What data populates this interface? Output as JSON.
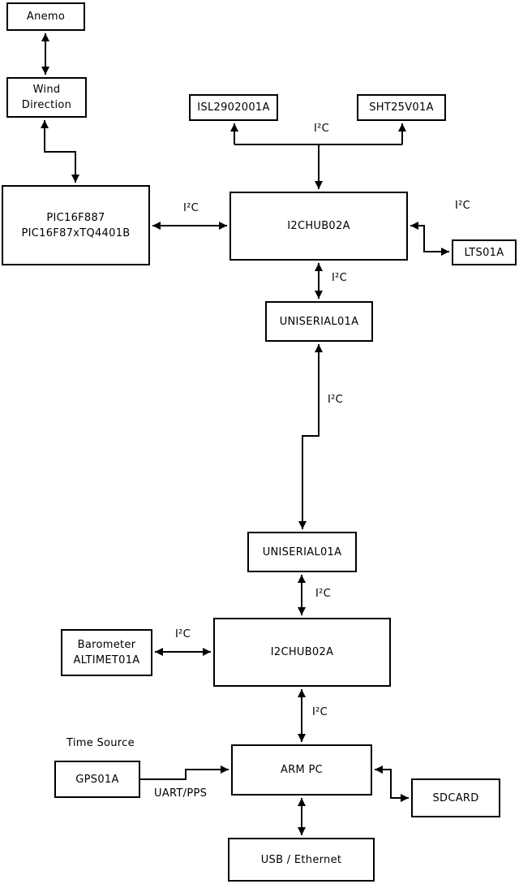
{
  "diagram": {
    "nodes": {
      "anemo": {
        "label": "Anemo"
      },
      "wind_direction": {
        "line1": "Wind",
        "line2": "Direction"
      },
      "pic": {
        "line1": "PIC16F887",
        "line2": "PIC16F87xTQ4401B"
      },
      "isl": {
        "label": "ISL2902001A"
      },
      "sht": {
        "label": "SHT25V01A"
      },
      "i2c_hub_top": {
        "label": "I2CHUB02A"
      },
      "lts": {
        "label": "LTS01A"
      },
      "uniserial_top": {
        "label": "UNISERIAL01A"
      },
      "uniserial_bottom": {
        "label": "UNISERIAL01A"
      },
      "i2c_hub_bottom": {
        "label": "I2CHUB02A"
      },
      "barometer": {
        "line1": "Barometer",
        "line2": "ALTIMET01A"
      },
      "gps": {
        "label": "GPS01A"
      },
      "arm_pc": {
        "label": "ARM PC"
      },
      "sdcard": {
        "label": "SDCARD"
      },
      "usb_ethernet": {
        "label": "USB / Ethernet"
      }
    },
    "edge_labels": {
      "i2c": "I²C",
      "uart_pps": "UART/PPS",
      "time_source": "Time Source"
    },
    "colors": {
      "line": "#000000",
      "background": "#ffffff",
      "box_fill": "#ffffff"
    }
  }
}
